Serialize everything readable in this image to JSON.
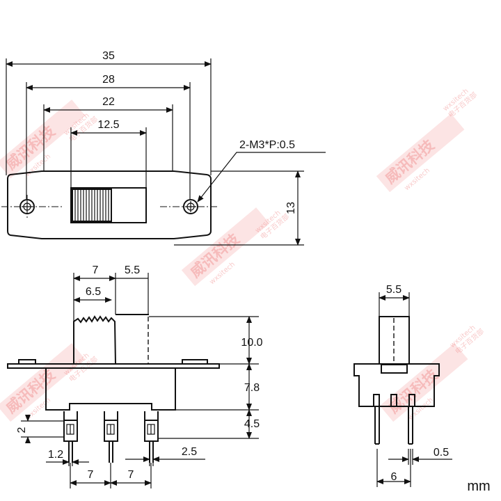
{
  "top_view": {
    "dim_overall": "35",
    "dim_holes": "28",
    "dim_body": "22",
    "dim_slide": "12.5",
    "dim_height": "13",
    "callout": "2-M3*P:0.5"
  },
  "front_view": {
    "dim_knob_travel": "7",
    "dim_knob_offset": "5.5",
    "dim_knob_width": "6.5",
    "dim_knob_height": "10.0",
    "dim_body_height": "7.8",
    "dim_terminal_length": "4.5",
    "dim_terminal_hole": "2",
    "dim_terminal_width": "1.2",
    "dim_terminal_thickness": "2.5",
    "dim_pitch_1": "7",
    "dim_pitch_2": "7"
  },
  "side_view": {
    "dim_knob_width": "5.5",
    "dim_pin_spacing": "6",
    "dim_pin_thickness": "0.5"
  },
  "units": "mm",
  "watermark": {
    "brand_cn": "威讯科技",
    "brand_en": "wxsitech",
    "brand_cn2": "电子百货部",
    "accent_color": "#f08a8a"
  }
}
